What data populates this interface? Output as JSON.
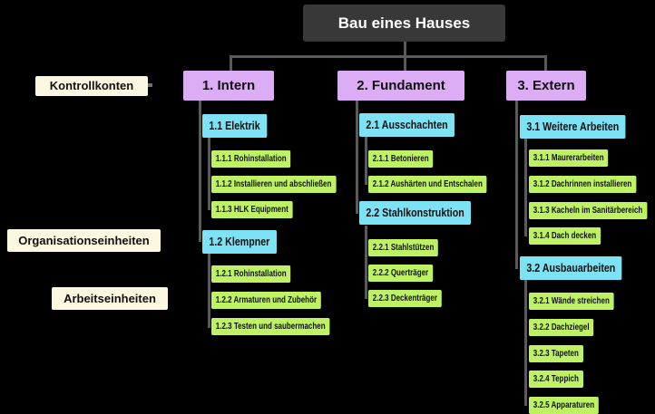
{
  "canvas": {
    "background": "#000000",
    "connector_color": "#5a5a5a"
  },
  "colors": {
    "root_bg": "#383838",
    "root_text": "#ffffff",
    "branch_bg": "#dcadf5",
    "group_bg": "#7de2f4",
    "item_bg": "#bef264",
    "side_label_bg": "#fcf7e0"
  },
  "root": {
    "label": "Bau eines Hauses"
  },
  "side_labels": {
    "kontrollkonten": "Kontrollkonten",
    "organisationseinheiten": "Organisationseinheiten",
    "arbeitseinheiten": "Arbeitseinheiten"
  },
  "branches": [
    {
      "label": "1. Intern",
      "groups": [
        {
          "label": "1.1 Elektrik",
          "items": [
            "1.1.1 Rohinstallation",
            "1.1.2 Installieren und abschließen",
            "1.1.3 HLK Equipment"
          ]
        },
        {
          "label": "1.2 Klempner",
          "items": [
            "1.2.1 Rohinstallation",
            "1.2.2 Armaturen und Zubehör",
            "1.2.3 Testen und saubermachen"
          ]
        }
      ]
    },
    {
      "label": "2. Fundament",
      "groups": [
        {
          "label": "2.1 Ausschachten",
          "items": [
            "2.1.1 Betonieren",
            "2.1.2 Aushärten und Entschalen"
          ]
        },
        {
          "label": "2.2 Stahlkonstruktion",
          "items": [
            "2.2.1 Stahlstützen",
            "2.2.2 Querträger",
            "2.2.3 Deckenträger"
          ]
        }
      ]
    },
    {
      "label": "3. Extern",
      "groups": [
        {
          "label": "3.1 Weitere Arbeiten",
          "items": [
            "3.1.1 Maurerarbeiten",
            "3.1.2 Dachrinnen installieren",
            "3.1.3 Kacheln im Sanitärbereich",
            "3.1.4 Dach decken"
          ]
        },
        {
          "label": "3.2 Ausbauarbeiten",
          "items": [
            "3.2.1 Wände streichen",
            "3.2.2 Dachziegel",
            "3.2.3 Tapeten",
            "3.2.4 Teppich",
            "3.2.5 Apparaturen"
          ]
        }
      ]
    }
  ]
}
